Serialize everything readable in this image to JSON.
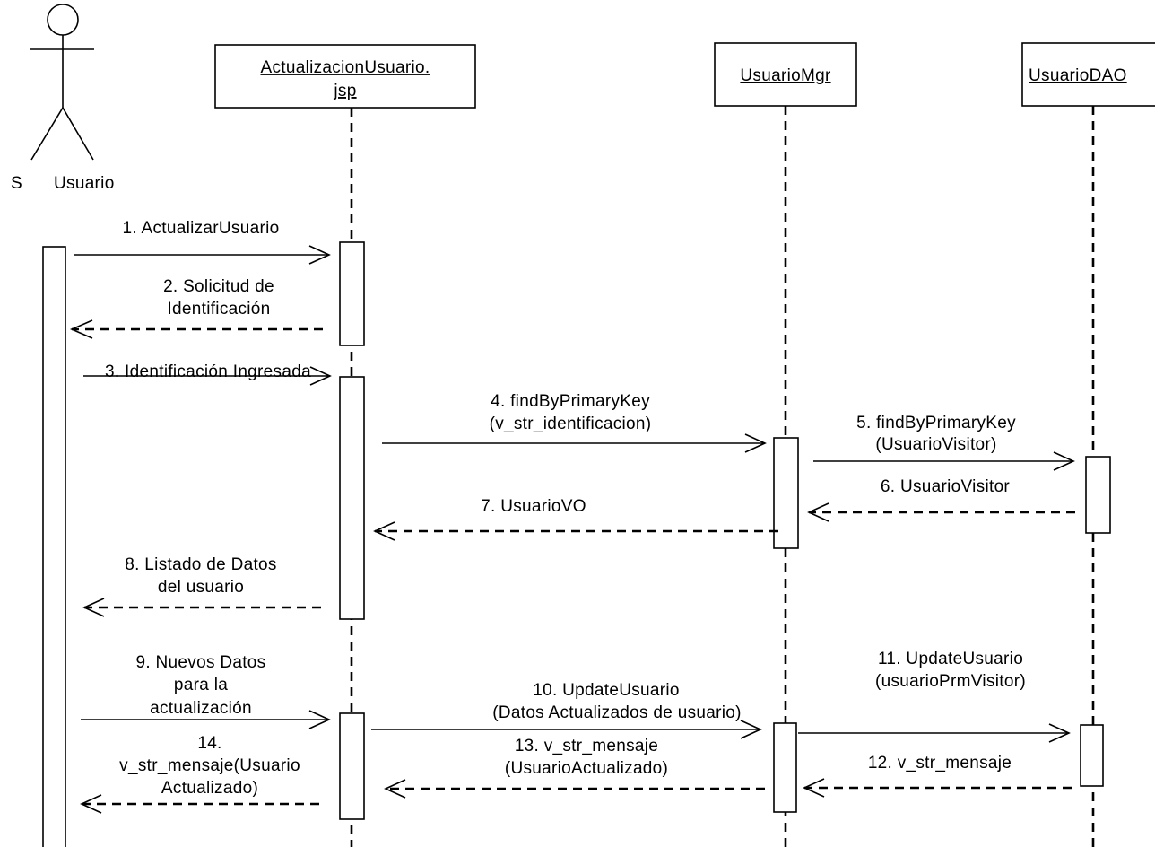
{
  "actor": {
    "prefix": "S",
    "name": "Usuario"
  },
  "objects": {
    "jsp": {
      "line1": "ActualizacionUsuario.",
      "line2": "jsp"
    },
    "mgr": {
      "label": "UsuarioMgr"
    },
    "dao": {
      "label": "UsuarioDAO"
    }
  },
  "messages": {
    "m1": [
      "1. ActualizarUsuario"
    ],
    "m2": [
      "2. Solicitud de",
      "Identificación"
    ],
    "m3": [
      "3. Identificación Ingresada"
    ],
    "m4": [
      "4. findByPrimaryKey",
      "(v_str_identificacion)"
    ],
    "m5": [
      "5. findByPrimaryKey",
      "(UsuarioVisitor)"
    ],
    "m6": [
      "6. UsuarioVisitor"
    ],
    "m7": [
      "7. UsuarioVO"
    ],
    "m8": [
      "8. Listado de Datos",
      "del usuario"
    ],
    "m9": [
      "9. Nuevos Datos",
      "para la",
      "actualización"
    ],
    "m10": [
      "10. UpdateUsuario",
      "(Datos Actualizados de usuario)"
    ],
    "m11": [
      "11. UpdateUsuario",
      "(usuarioPrmVisitor)"
    ],
    "m12": [
      "12. v_str_mensaje"
    ],
    "m13": [
      "13. v_str_mensaje",
      "(UsuarioActualizado)"
    ],
    "m14": [
      "14.",
      "v_str_mensaje(Usuario",
      "Actualizado)"
    ]
  }
}
